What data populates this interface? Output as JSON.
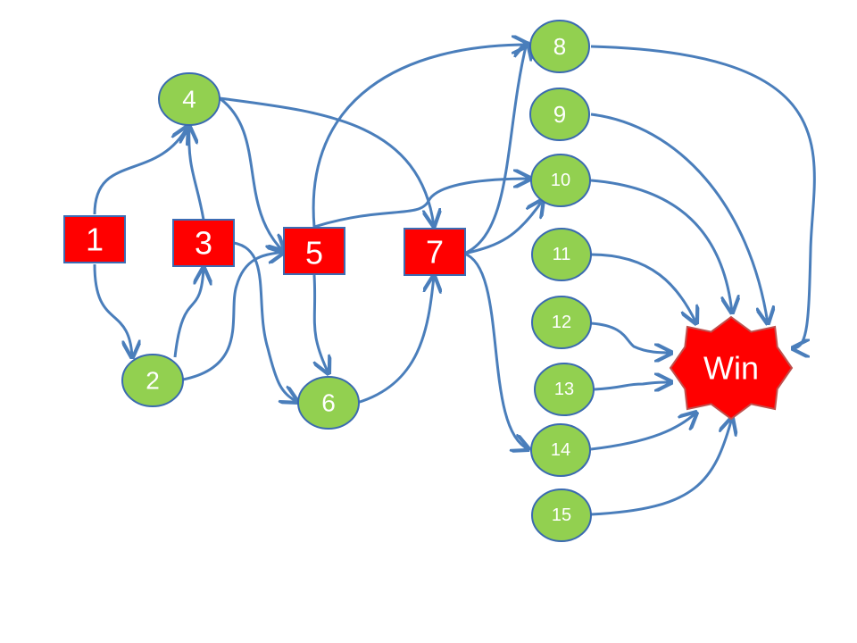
{
  "colors": {
    "edge": "#4a7ebb",
    "square_fill": "#ff0000",
    "square_stroke": "#3c6cb4",
    "circle_fill": "#92d050",
    "circle_stroke": "#3a6ab0",
    "win_fill": "#ff0000",
    "win_stroke": "#c0504d",
    "label": "#ffffff"
  },
  "nodes": {
    "n1": "1",
    "n2": "2",
    "n3": "3",
    "n4": "4",
    "n5": "5",
    "n6": "6",
    "n7": "7",
    "n8": "8",
    "n9": "9",
    "n10": "10",
    "n11": "11",
    "n12": "12",
    "n13": "13",
    "n14": "14",
    "n15": "15",
    "win": "Win"
  },
  "edges": [
    [
      "1",
      "4"
    ],
    [
      "1",
      "2"
    ],
    [
      "2",
      "3"
    ],
    [
      "2",
      "5"
    ],
    [
      "3",
      "4"
    ],
    [
      "3",
      "6"
    ],
    [
      "4",
      "5"
    ],
    [
      "4",
      "7"
    ],
    [
      "5",
      "8"
    ],
    [
      "5",
      "10"
    ],
    [
      "5",
      "6"
    ],
    [
      "6",
      "7"
    ],
    [
      "7",
      "10"
    ],
    [
      "7",
      "8"
    ],
    [
      "7",
      "14"
    ],
    [
      "8",
      "Win"
    ],
    [
      "9",
      "Win"
    ],
    [
      "10",
      "Win"
    ],
    [
      "11",
      "Win"
    ],
    [
      "12",
      "Win"
    ],
    [
      "13",
      "Win"
    ],
    [
      "14",
      "Win"
    ],
    [
      "15",
      "Win"
    ]
  ]
}
